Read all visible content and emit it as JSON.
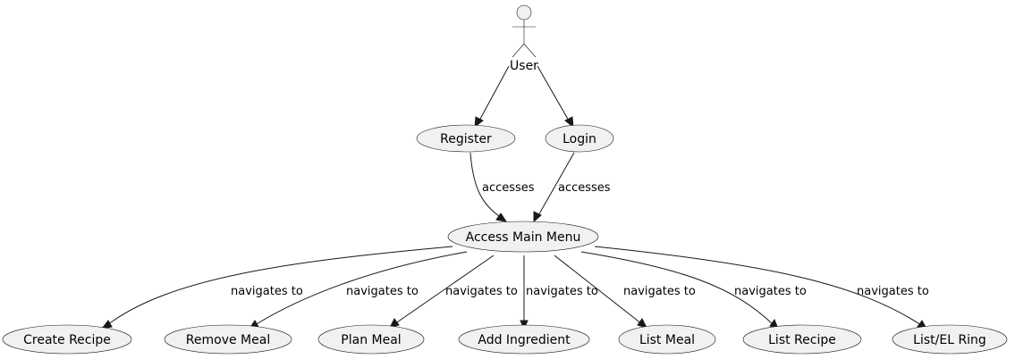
{
  "actor": {
    "label": "User"
  },
  "use_cases": {
    "register": "Register",
    "login": "Login",
    "main_menu": "Access Main Menu",
    "create_recipe": "Create Recipe",
    "remove_meal": "Remove Meal",
    "plan_meal": "Plan Meal",
    "add_ingredient": "Add Ingredient",
    "list_meal": "List Meal",
    "list_recipe": "List Recipe",
    "list_el_ring": "List/EL Ring"
  },
  "edge_labels": {
    "accesses": "accesses",
    "navigates_to": "navigates to"
  },
  "colors": {
    "usecase_fill": "#f1f1f1",
    "stroke": "#181818"
  }
}
